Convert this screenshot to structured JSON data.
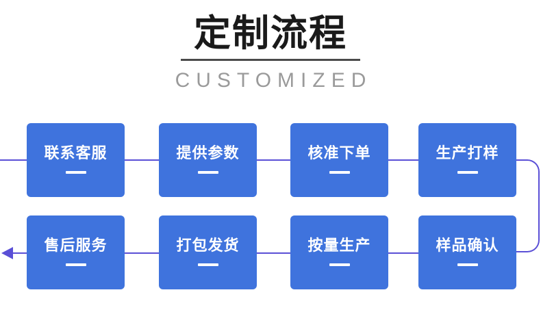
{
  "header": {
    "title_cn": "定制流程",
    "title_en": "CUSTOMIZED"
  },
  "colors": {
    "box_fill": "#3f73dd",
    "connector": "#5a4fd6",
    "title": "#1a1a1a",
    "subtitle": "#9a9a9a"
  },
  "flow": {
    "row1": [
      {
        "label": "联系客服"
      },
      {
        "label": "提供参数"
      },
      {
        "label": "核准下单"
      },
      {
        "label": "生产打样"
      }
    ],
    "row2": [
      {
        "label": "售后服务"
      },
      {
        "label": "打包发货"
      },
      {
        "label": "按量生产"
      },
      {
        "label": "样品确认"
      }
    ]
  }
}
